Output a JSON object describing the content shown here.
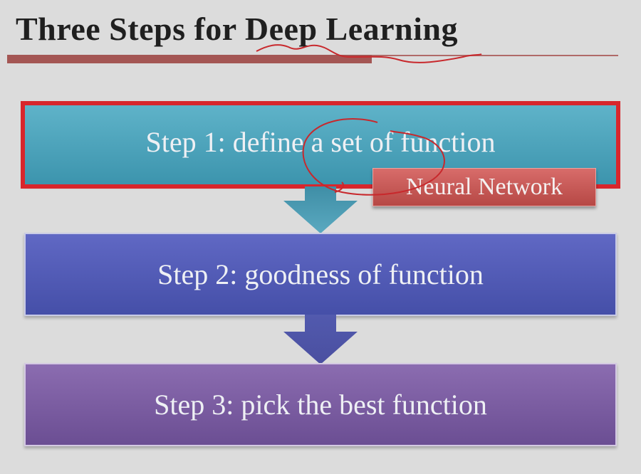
{
  "title": "Three Steps for Deep Learning",
  "steps": [
    {
      "label": "Step 1: define a set of function"
    },
    {
      "label": "Step 2: goodness of function"
    },
    {
      "label": "Step 3: pick the best function"
    }
  ],
  "callout": {
    "label": "Neural Network"
  },
  "colors": {
    "step1": "#4aa3bb",
    "step2": "#535cba",
    "step3": "#7c5ea3",
    "highlight": "#d8262c",
    "callout": "#c75b58",
    "title_underline": "#a45654"
  }
}
